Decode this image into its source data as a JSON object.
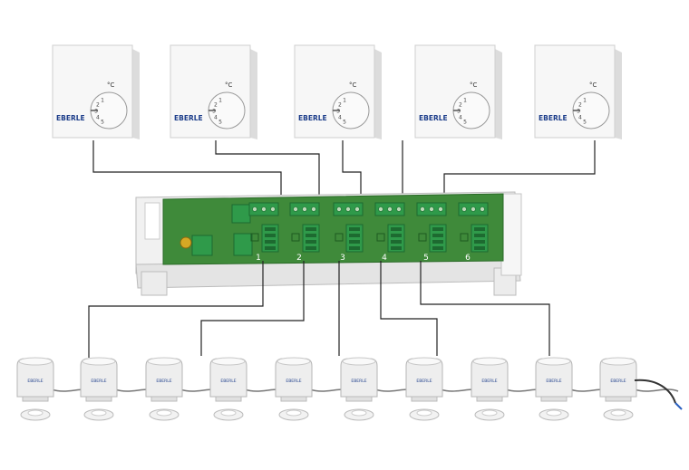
{
  "thermostats": [
    {
      "brand": "EBERLE",
      "unit": "°C",
      "dial": [
        "5",
        "4",
        "3",
        "2",
        "1"
      ]
    },
    {
      "brand": "EBERLE",
      "unit": "°C",
      "dial": [
        "5",
        "4",
        "3",
        "2",
        "1"
      ]
    },
    {
      "brand": "EBERLE",
      "unit": "°C",
      "dial": [
        "5",
        "4",
        "3",
        "2",
        "1"
      ]
    },
    {
      "brand": "EBERLE",
      "unit": "°C",
      "dial": [
        "5",
        "4",
        "3",
        "2",
        "1"
      ]
    },
    {
      "brand": "EBERLE",
      "unit": "°C",
      "dial": [
        "5",
        "4",
        "3",
        "2",
        "1"
      ]
    }
  ],
  "controller": {
    "zone_labels": [
      "1",
      "2",
      "3",
      "4",
      "5",
      "6"
    ]
  },
  "actuators": {
    "count": 10,
    "brand_on_body": "EBERLE"
  },
  "colors": {
    "board_green": "#3f8a3a",
    "terminal_green": "#2f9a4a",
    "housing": "#f1f1f1",
    "wire": "#222222",
    "thermostat_face": "#f7f7f7"
  }
}
